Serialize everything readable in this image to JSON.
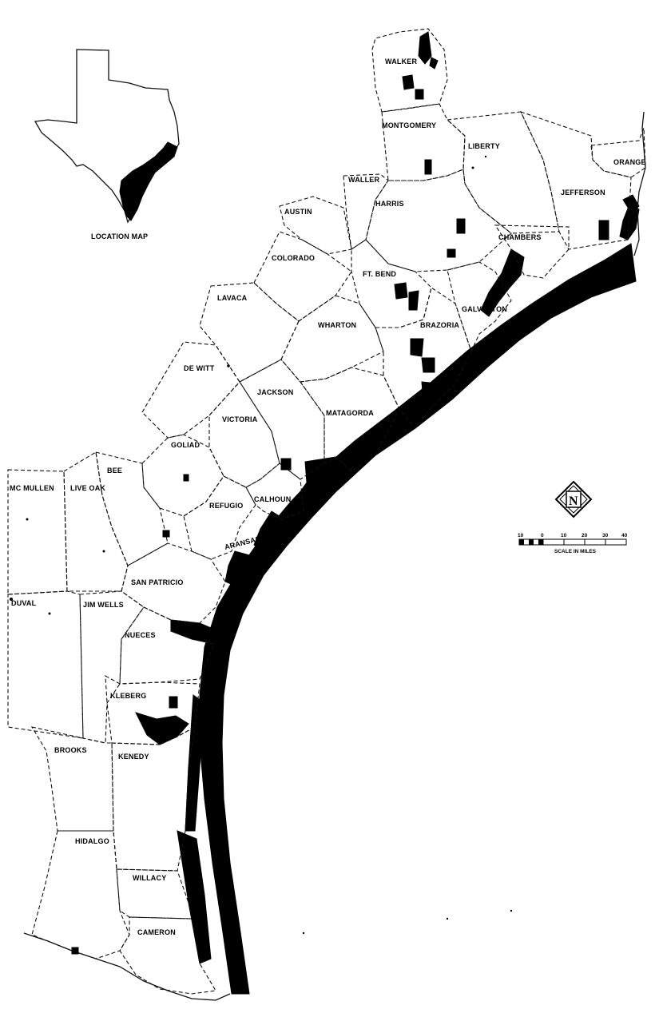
{
  "inset": {
    "title": "LOCATION MAP"
  },
  "counties": {
    "walker": "WALKER",
    "montgomery": "MONTGOMERY",
    "liberty": "LIBERTY",
    "orange": "ORANGE",
    "waller": "WALLER",
    "harris": "HARRIS",
    "jefferson": "JEFFERSON",
    "austin": "AUSTIN",
    "chambers": "CHAMBERS",
    "colorado": "COLORADO",
    "ft_bend": "FT. BEND",
    "galveston": "GALVESTON",
    "lavaca": "LAVACA",
    "wharton": "WHARTON",
    "brazoria": "BRAZORIA",
    "de_witt": "DE WITT",
    "jackson": "JACKSON",
    "victoria": "VICTORIA",
    "matagorda": "MATAGORDA",
    "goliad": "GOLIAD",
    "bee": "BEE",
    "mc_mullen": "MC MULLEN",
    "live_oak": "LIVE OAK",
    "refugio": "REFUGIO",
    "calhoun": "CALHOUN",
    "aransas": "ARANSAS",
    "san_patricio": "SAN PATRICIO",
    "duval": "DUVAL",
    "jim_wells": "JIM WELLS",
    "nueces": "NUECES",
    "kleberg": "KLEBERG",
    "brooks": "BROOKS",
    "kenedy": "KENEDY",
    "hidalgo": "HIDALGO",
    "willacy": "WILLACY",
    "cameron": "CAMERON"
  },
  "scale": {
    "ticks": [
      "10",
      "0",
      "10",
      "20",
      "30",
      "40"
    ],
    "caption": "SCALE IN MILES"
  },
  "north_arrow": {
    "letter": "N"
  }
}
